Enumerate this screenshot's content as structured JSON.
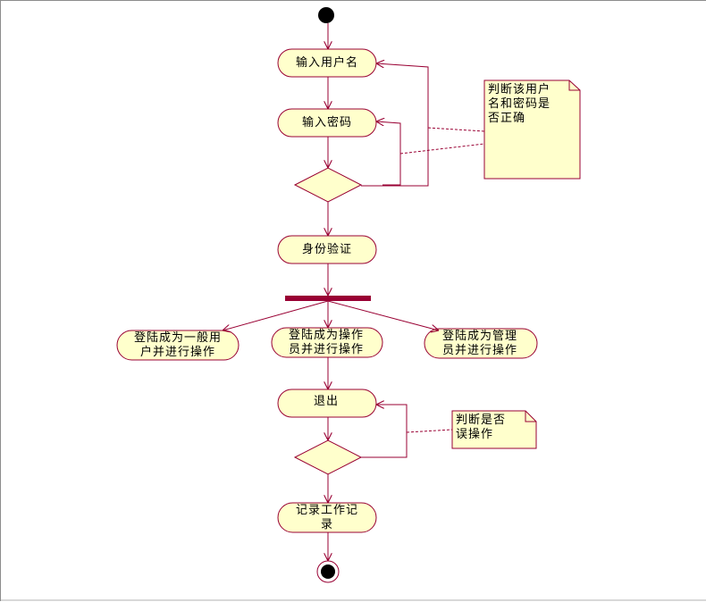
{
  "colors": {
    "node_fill": "#ffffcc",
    "line": "#990033",
    "start_end": "#000000",
    "fork_bar": "#990033"
  },
  "activities": {
    "enter_username": "输入用户名",
    "enter_password": "输入密码",
    "identity_verify": "身份验证",
    "login_user": "登陆成为一般用户并进行操作",
    "login_operator": "登陆成为操作员并进行操作",
    "login_admin": "登陆成为管理员并进行操作",
    "exit": "退出",
    "record_log": "记录工作记录"
  },
  "notes": {
    "check_credentials": "判断该用户名和密码是否正确",
    "check_misoperation": "判断是否误操作"
  }
}
